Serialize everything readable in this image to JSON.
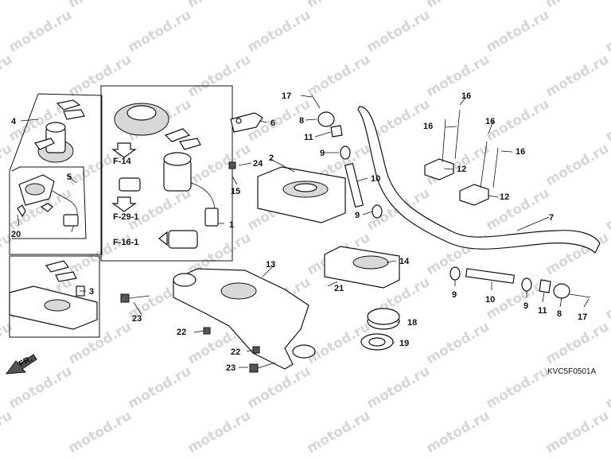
{
  "watermark": "motod.ru",
  "diagram_code": "KVC5F0501A",
  "direction_marker": "FR.",
  "ref_boxes": [
    "F-14",
    "F-29-1",
    "F-16-1"
  ],
  "callouts": {
    "c1": "1",
    "c2": "2",
    "c3": "3",
    "c4": "4",
    "c5": "5",
    "c6": "6",
    "c7": "7",
    "c8a": "8",
    "c8b": "8",
    "c9a": "9",
    "c9b": "9",
    "c9c": "9",
    "c9d": "9",
    "c10a": "10",
    "c10b": "10",
    "c11a": "11",
    "c11b": "11",
    "c12a": "12",
    "c12b": "12",
    "c13": "13",
    "c14": "14",
    "c15": "15",
    "c16a": "16",
    "c16b": "16",
    "c16c": "16",
    "c16d": "16",
    "c17a": "17",
    "c17b": "17",
    "c18": "18",
    "c19": "19",
    "c20": "20",
    "c21": "21",
    "c22a": "22",
    "c22b": "22",
    "c23a": "23",
    "c23b": "23",
    "c24": "24"
  }
}
